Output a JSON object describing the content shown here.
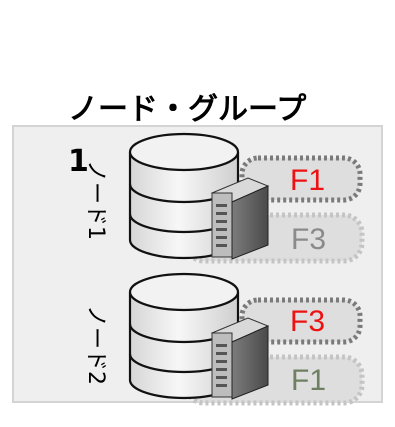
{
  "group": {
    "title": "ノード・グループ1"
  },
  "nodes": [
    {
      "label": "ノード1",
      "fragments": [
        {
          "name": "F1",
          "color": "#ee1111",
          "state": "active"
        },
        {
          "name": "F3",
          "color": "#8a8a8a",
          "state": "replica"
        }
      ]
    },
    {
      "label": "ノード2",
      "fragments": [
        {
          "name": "F3",
          "color": "#ee1111",
          "state": "active"
        },
        {
          "name": "F1",
          "color": "#6f7f62",
          "state": "replica"
        }
      ]
    }
  ],
  "colors": {
    "group_fill": "#efefef",
    "active_border": "#7a7a7a",
    "replica_border": "#c4c4c4",
    "fragment_fill": "#dedede"
  },
  "icons": [
    "database-icon",
    "server-icon"
  ]
}
